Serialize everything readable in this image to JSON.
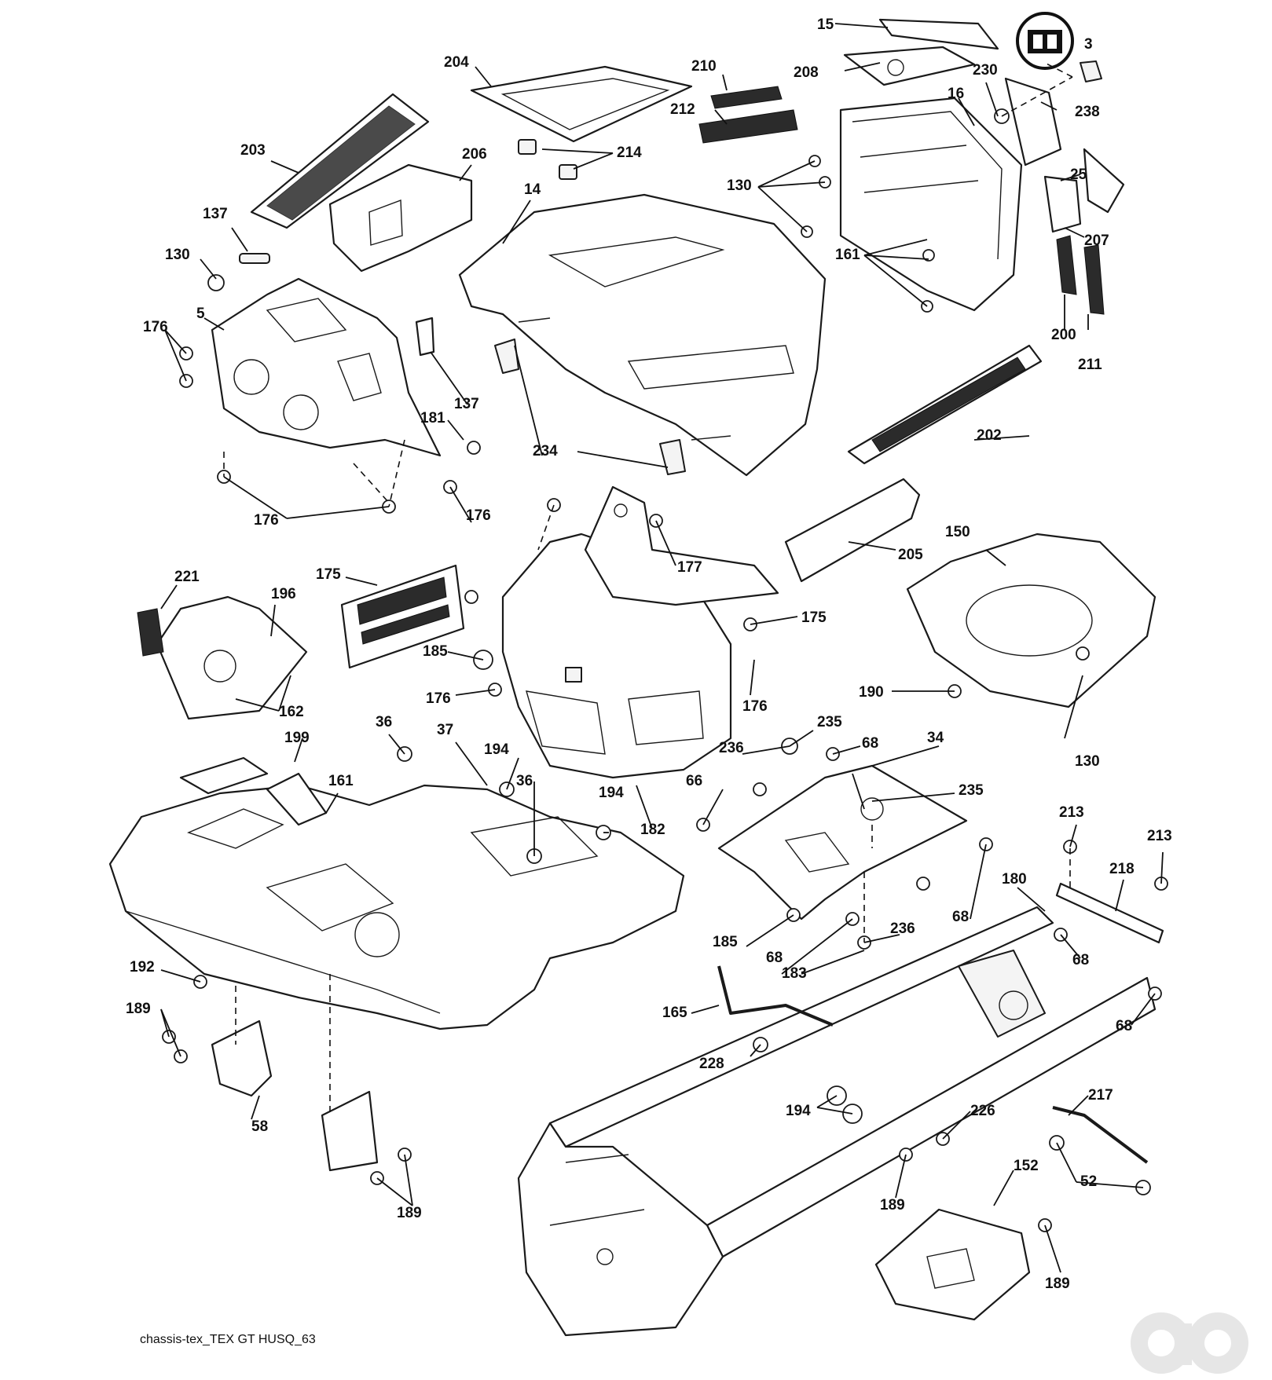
{
  "caption": "chassis-tex_TEX GT HUSQ_63",
  "callouts": [
    "15",
    "3",
    "204",
    "210",
    "208",
    "230",
    "212",
    "16",
    "238",
    "203",
    "206",
    "214",
    "130",
    "25",
    "14",
    "137",
    "207",
    "161",
    "130",
    "5",
    "176",
    "200",
    "211",
    "137",
    "181",
    "202",
    "234",
    "176",
    "176",
    "177",
    "205",
    "150",
    "221",
    "175",
    "196",
    "175",
    "185",
    "176",
    "162",
    "176",
    "190",
    "130",
    "36",
    "235",
    "37",
    "194",
    "236",
    "68",
    "34",
    "199",
    "36",
    "66",
    "194",
    "235",
    "161",
    "182",
    "213",
    "213",
    "180",
    "218",
    "68",
    "185",
    "236",
    "68",
    "183",
    "192",
    "68",
    "165",
    "189",
    "68",
    "228",
    "58",
    "194",
    "226",
    "217",
    "189",
    "152",
    "52",
    "189",
    "189"
  ],
  "icons": {
    "logo": "husqvarna-crown-logo",
    "watermark": "ao-logo-watermark"
  }
}
